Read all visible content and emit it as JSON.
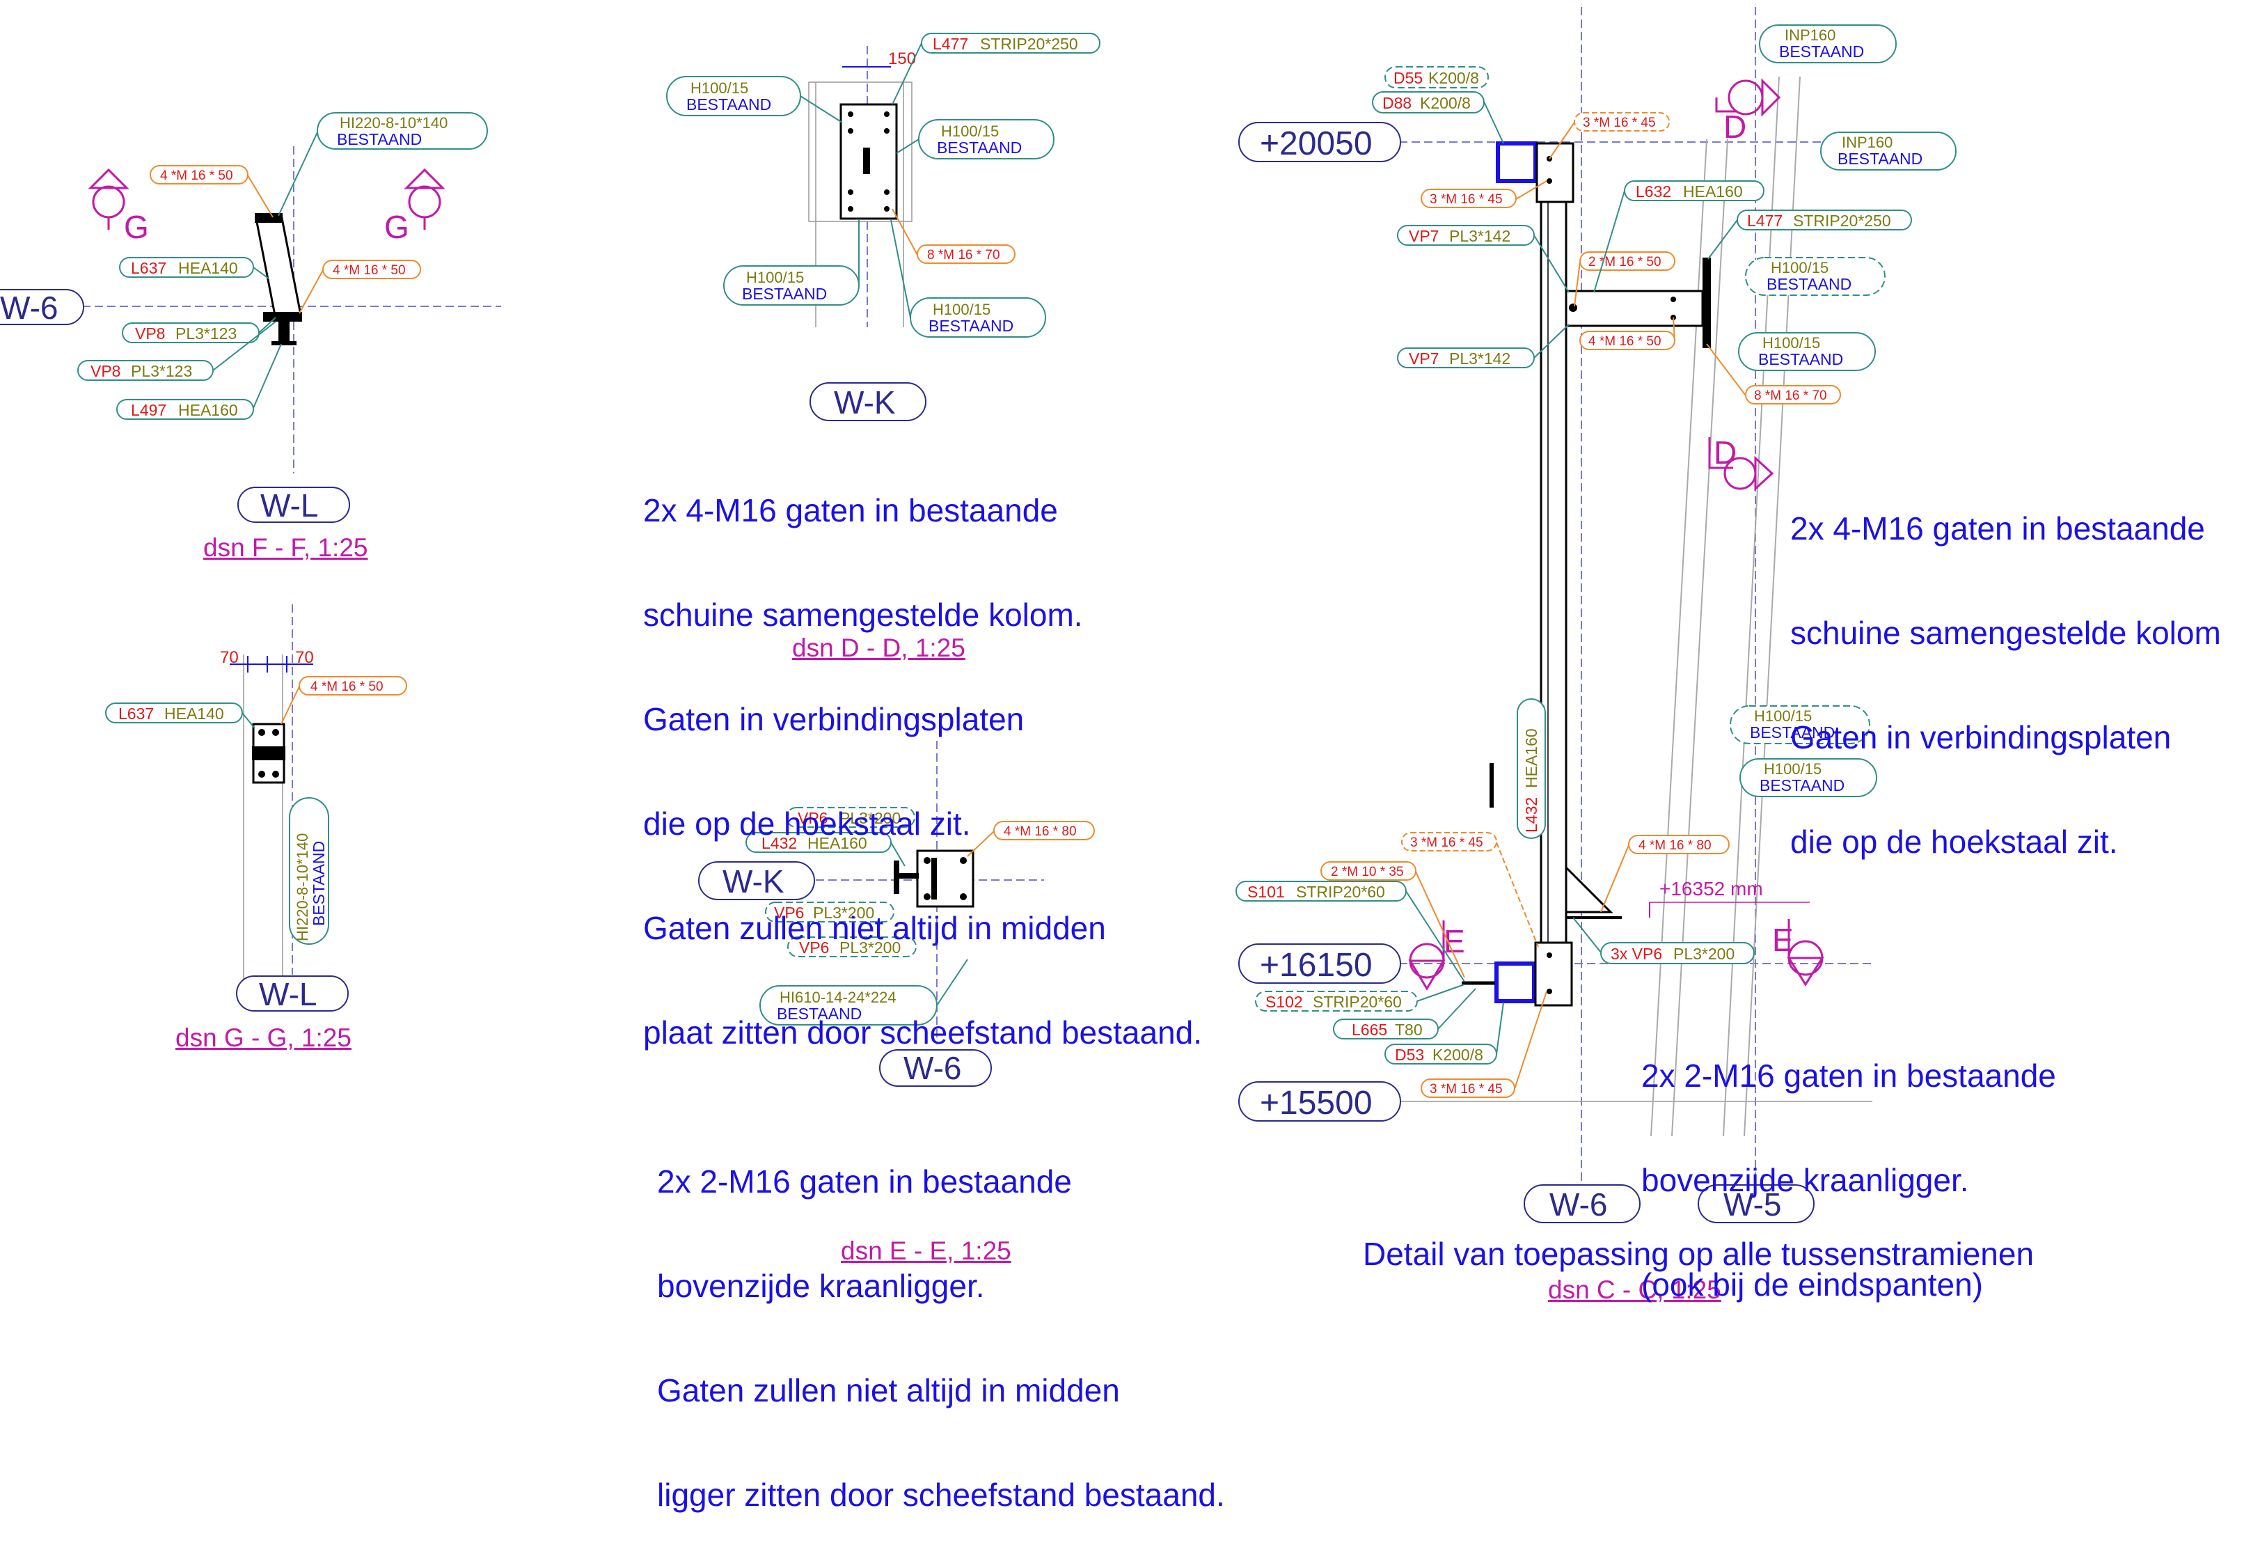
{
  "axes": {
    "w6": "W-6",
    "w5": "W-5",
    "wl": "W-L",
    "wk": "W-K"
  },
  "levels": {
    "top": "+20050",
    "mid": "+16150",
    "bottom": "+15500",
    "crane_top": "+16352 mm"
  },
  "section_markers": {
    "g": "G",
    "d": "D",
    "e": "E"
  },
  "dimensions": {
    "d150": "150",
    "d70": "70"
  },
  "bolts": {
    "m16_50": "4 *M 16 * 50",
    "m16_70": "8 *M 16 * 70",
    "m16_80": "4 *M 16 * 80",
    "m16_45": "3 *M 16 * 45",
    "m16_50_2": "2 *M 16 * 50",
    "m10_35": "2 *M 10 * 35"
  },
  "parts": {
    "hi220_a": "HI220-8-10*140",
    "hi220_b": "HI220-8-10*140",
    "hi610": "HI610-14-24*224",
    "bestaand": "BESTAAND",
    "h100": "H100/15",
    "inp160": "INP160",
    "l637": "L637",
    "l497": "L497",
    "l477": "L477",
    "l432": "L432",
    "l632": "L632",
    "l665": "L665",
    "vp8": "VP8",
    "vp7": "VP7",
    "vp6": "VP6",
    "vp6_3x": "3x VP6",
    "d55": "D55",
    "d88": "D88",
    "d53": "D53",
    "s101": "S101",
    "s102": "S102",
    "hea140": "HEA140",
    "hea160": "HEA160",
    "strip250": "STRIP20*250",
    "strip60": "STRIP20*60",
    "pl123": "PL3*123",
    "pl142": "PL3*142",
    "pl200": "PL3*200",
    "k200": "K200/8",
    "t80": "T80"
  },
  "notes": {
    "dd": [
      "2x 4-M16 gaten in bestaande",
      "schuine samengestelde kolom.",
      "Gaten in verbindingsplaten",
      "die op de hoekstaal zit.",
      "Gaten zullen niet altijd in midden",
      "plaat zitten door scheefstand bestaand."
    ],
    "ee": [
      "2x 2-M16 gaten in bestaande",
      "bovenzijde kraanligger.",
      "Gaten zullen niet altijd in midden",
      "ligger zitten door scheefstand bestaand."
    ],
    "cc_top": [
      "2x 4-M16 gaten in bestaande",
      "schuine samengestelde kolom",
      "Gaten in verbindingsplaten",
      "die op de hoekstaal zit."
    ],
    "cc_bottom": [
      "2x 2-M16 gaten in bestaande",
      "bovenzijde kraanligger.",
      "(ook bij de eindspanten)"
    ],
    "cc_detail": "Detail van toepassing op alle tussenstramienen"
  },
  "views": {
    "ff": "dsn F - F, 1:25",
    "gg": "dsn G - G, 1:25",
    "dd": "dsn D - D, 1:25",
    "ee": "dsn E - E, 1:25",
    "cc": "dsn C - C, 1:25"
  },
  "colors": {
    "red": "#e01818",
    "olive": "#7c7a10",
    "blue": "#1a10e8",
    "magenta": "#c21aa8",
    "teal": "#2f8f88",
    "orange": "#f08a2a",
    "axis_bubble": "#2b2a8f"
  }
}
